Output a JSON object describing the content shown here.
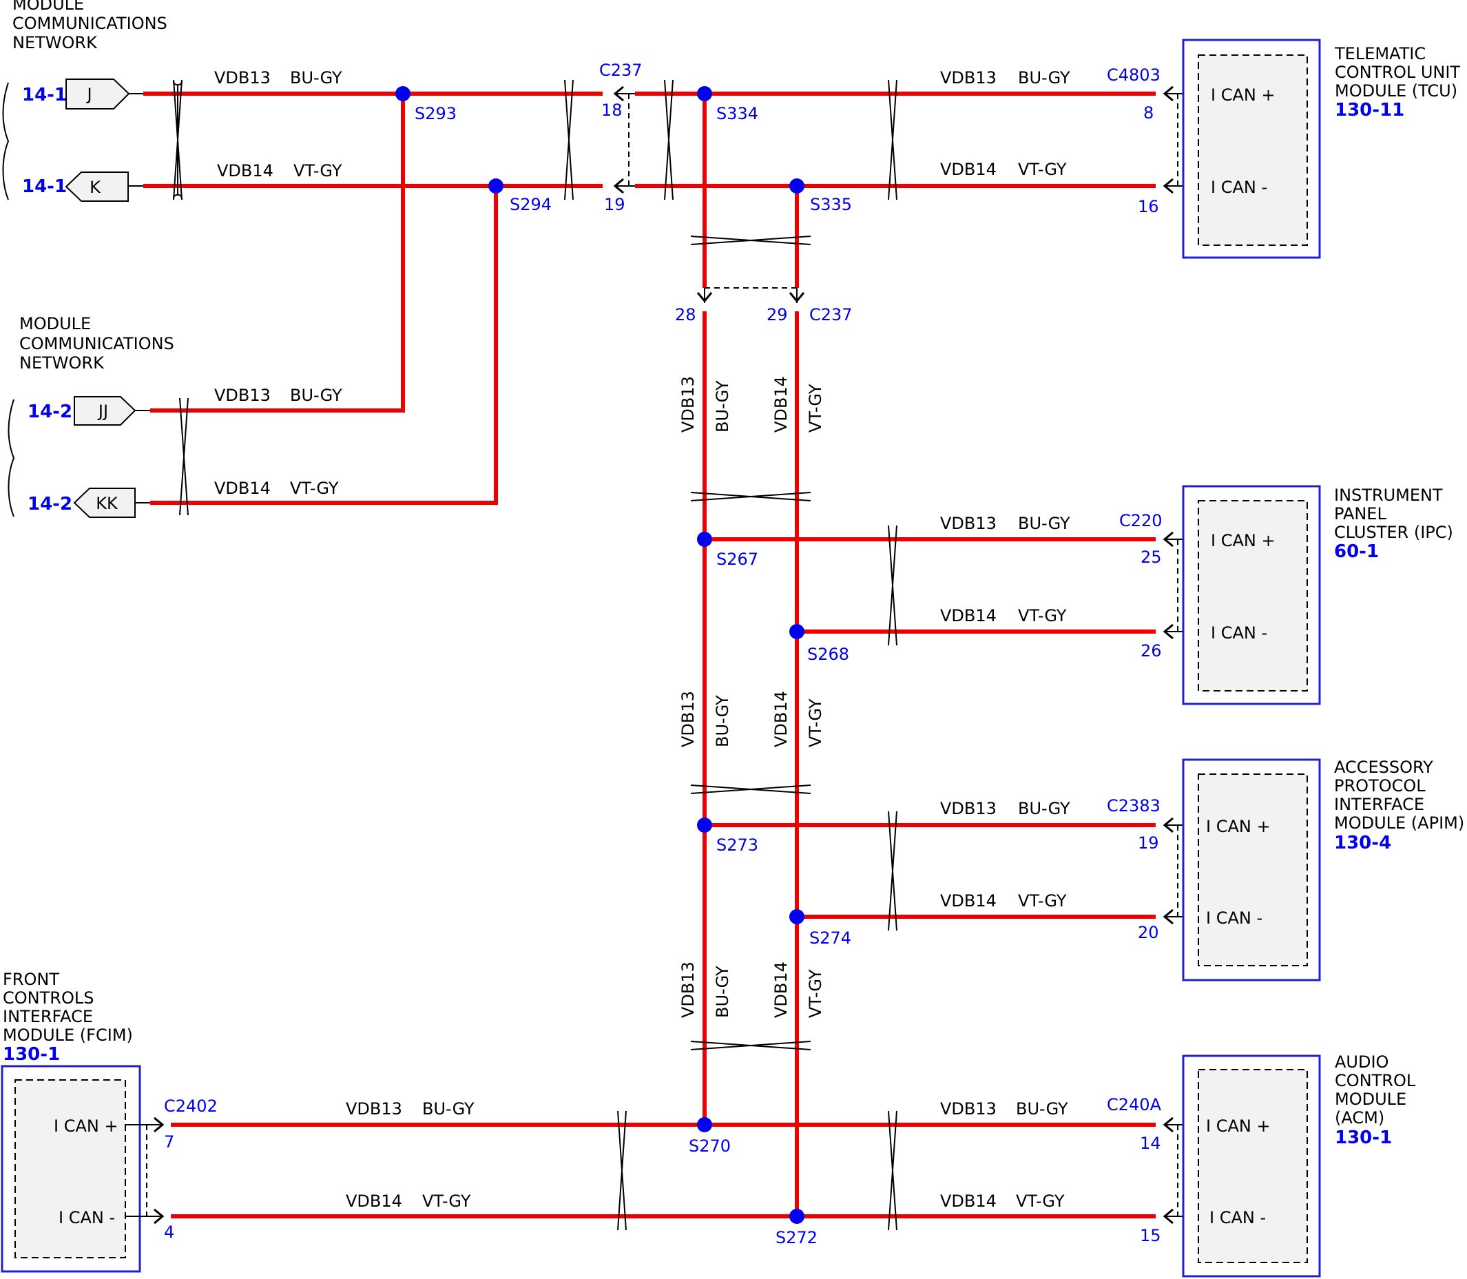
{
  "networks": {
    "top": {
      "title": [
        "MODULE",
        "COMMUNICATIONS",
        "NETWORK"
      ],
      "refs": [
        "14-1",
        "14-1"
      ],
      "tags": [
        "J",
        "K"
      ]
    },
    "mid": {
      "title": [
        "MODULE",
        "COMMUNICATIONS",
        "NETWORK"
      ],
      "refs": [
        "14-2",
        "14-2"
      ],
      "tags": [
        "JJ",
        "KK"
      ]
    }
  },
  "wires": {
    "plus_circuit": "VDB13",
    "plus_color": "BU-GY",
    "minus_circuit": "VDB14",
    "minus_color": "VT-GY"
  },
  "connectors": {
    "c237": "C237",
    "c237_pins": [
      "18",
      "19",
      "28",
      "29"
    ]
  },
  "splices": [
    "S293",
    "S294",
    "S334",
    "S335",
    "S267",
    "S268",
    "S273",
    "S274",
    "S270",
    "S272"
  ],
  "modules": {
    "tcu": {
      "name": [
        "TELEMATIC",
        "CONTROL UNIT",
        "MODULE (TCU)"
      ],
      "ref": "130-11",
      "connector": "C4803",
      "pins": [
        "8",
        "16"
      ],
      "plus": "I CAN +",
      "minus": "I CAN -"
    },
    "ipc": {
      "name": [
        "INSTRUMENT",
        "PANEL",
        "CLUSTER (IPC)"
      ],
      "ref": "60-1",
      "connector": "C220",
      "pins": [
        "25",
        "26"
      ],
      "plus": "I CAN +",
      "minus": "I CAN -"
    },
    "apim": {
      "name": [
        "ACCESSORY",
        "PROTOCOL",
        "INTERFACE",
        "MODULE (APIM)"
      ],
      "ref": "130-4",
      "connector": "C2383",
      "pins": [
        "19",
        "20"
      ],
      "plus": "I CAN +",
      "minus": "I CAN -"
    },
    "acm": {
      "name": [
        "AUDIO",
        "CONTROL",
        "MODULE",
        "(ACM)"
      ],
      "ref": "130-1",
      "connector": "C240A",
      "pins": [
        "14",
        "15"
      ],
      "plus": "I CAN +",
      "minus": "I CAN -"
    },
    "fcim": {
      "name": [
        "FRONT",
        "CONTROLS",
        "INTERFACE",
        "MODULE (FCIM)"
      ],
      "ref": "130-1",
      "connector": "C2402",
      "pins": [
        "7",
        "4"
      ],
      "plus": "I CAN +",
      "minus": "I CAN -"
    }
  },
  "colors": {
    "wire": "#ee0000",
    "splice": "#0000ee",
    "module_border": "#2020cc"
  }
}
